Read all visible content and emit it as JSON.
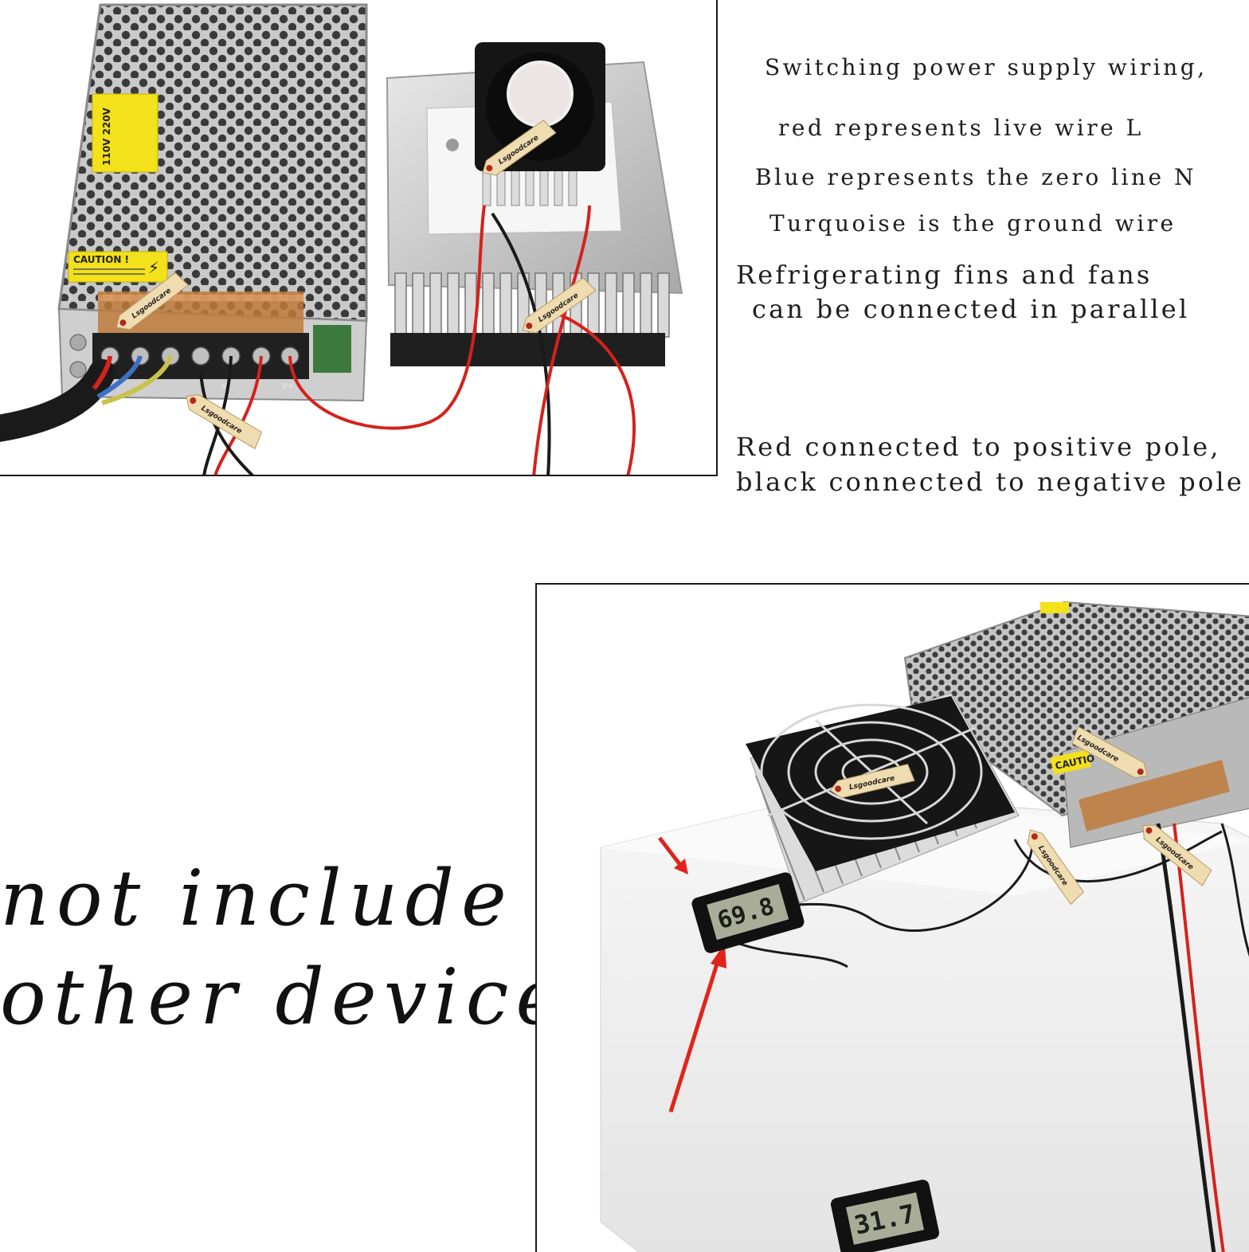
{
  "notes": {
    "wiring_title": "Switching power supply wiring,",
    "live_wire": "red represents live wire L",
    "zero_line": "Blue represents the zero line N",
    "ground_wire": "Turquoise is the ground wire",
    "parallel_line_1": "Refrigerating fins and fans",
    "parallel_line_2": "can be connected in parallel",
    "polarity_line_1": "Red connected to positive pole,",
    "polarity_line_2": "black connected to negative pole"
  },
  "disclaimer": {
    "line_1": "not include",
    "line_2": "other device"
  },
  "photo_top": {
    "psu_caution_label": "CAUTION !",
    "psu_voltage_label": "110V 220V",
    "terminal_labels": [
      "V-",
      "V+"
    ],
    "brand_tag": "Lsgoodcare"
  },
  "photo_bottom": {
    "thermometer_top_reading": "69.8",
    "thermometer_bottom_reading": "31.7",
    "psu_caution_label": "CAUTIO",
    "brand_tag": "Lsgoodcare"
  },
  "colors": {
    "live_wire": "#d4221c",
    "neutral_wire": "#3d6fc4",
    "ground_wire": "#c9c24a",
    "tag": "#efdcb0",
    "caution_yellow": "#f3e11b",
    "arrow_red": "#e0241c"
  }
}
